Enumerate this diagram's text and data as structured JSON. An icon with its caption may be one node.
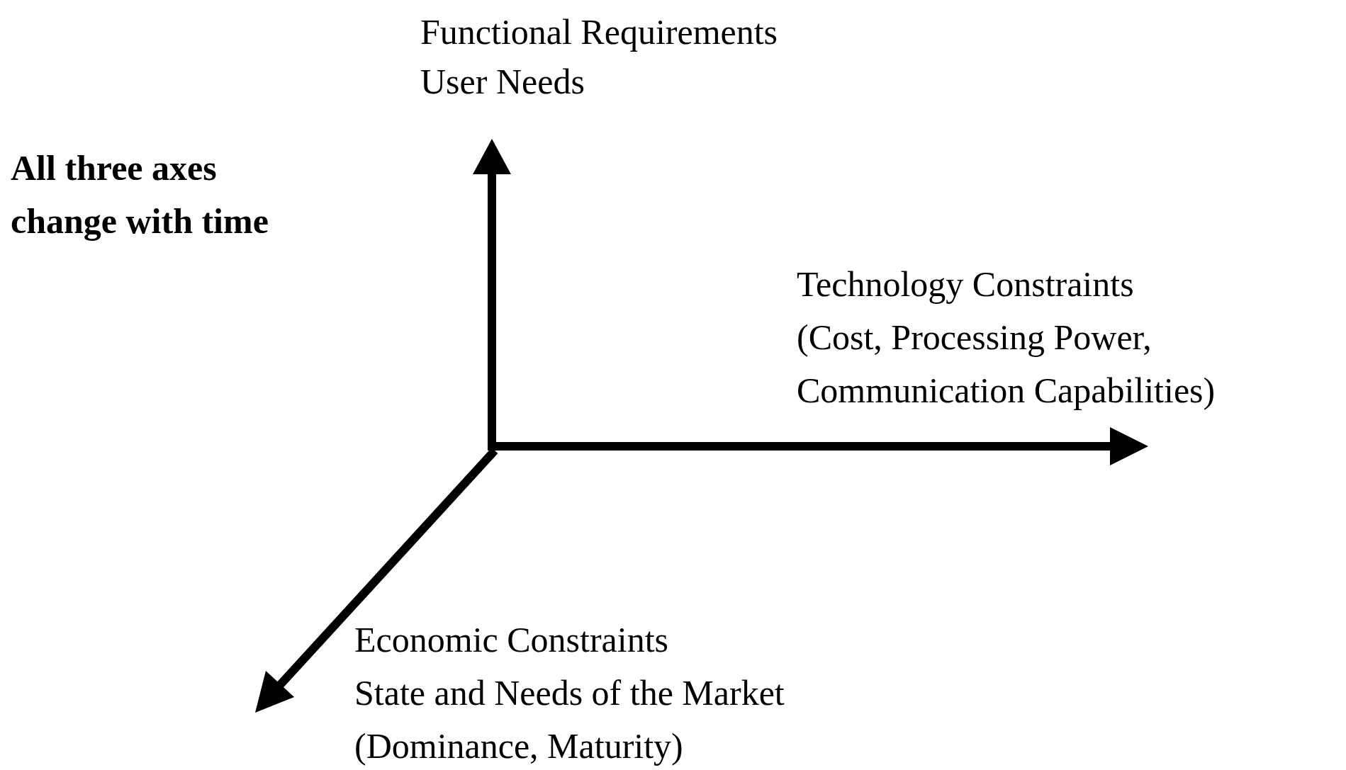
{
  "diagram": {
    "labels": [
      "Functional Requirements",
      "User Needs",
      "All three axes change with time",
      "Technology Constraints",
      "(Cost, Processing Power, Communication Capabilities)",
      "Economic Constraints",
      "State and Needs of the Market",
      "(Dominance, Maturity)"
    ]
  }
}
